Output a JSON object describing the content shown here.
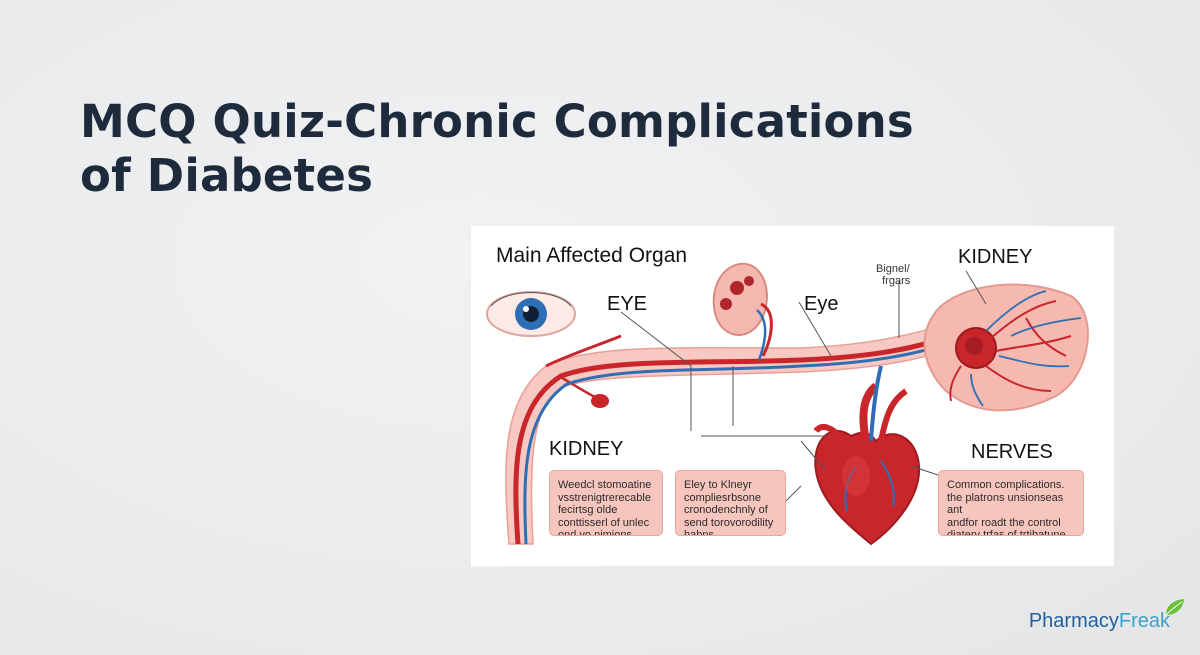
{
  "page": {
    "title": "MCQ Quiz-Chronic Complications of Diabetes"
  },
  "figure": {
    "heading": "Main Affected Organ",
    "labels": {
      "eye": "EYE",
      "eye_alt": "Eye",
      "kidney_top": "KIDNEY",
      "kidney_left": "KIDNEY",
      "nerves": "NERVES",
      "small_note": "Bignel/\n  frgars"
    },
    "notes": [
      "Weedcl stomoatine\nvsstrenigtrerecable\nfecirtsg olde\nconttisserl of unlec\nond yo nimions.",
      "Eley to Klneyr\ncompliesrbsone\ncronodenchnly of\nsend torovorodility\nhabns.",
      "Common complications.\nthe platrons unsionseas ant\nandfor roadt the control\ndiatery trfas of trtibatune\nonoite fendiations."
    ]
  },
  "brand": {
    "part1": "Pharmacy",
    "part2": "Freak"
  },
  "colors": {
    "title": "#1e2b3c",
    "artery": "#c8262b",
    "vein": "#2f6db5",
    "tissue": "#f4b8b0",
    "note_bg": "#f6c5bd",
    "brand_primary": "#1f5f9f",
    "brand_secondary": "#3fa0c9",
    "leaf": "#6cbf3a"
  }
}
